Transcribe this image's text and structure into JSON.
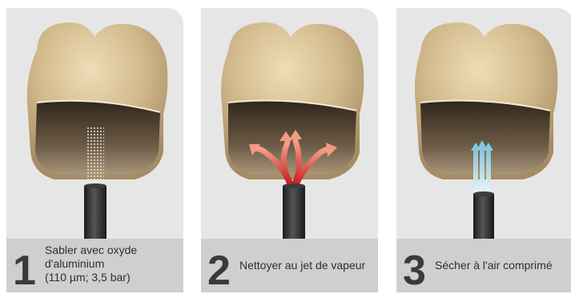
{
  "steps": [
    {
      "number": "1",
      "label": "Sabler avec oxyde\nd'aluminium\n(110 µm; 3,5 bar)"
    },
    {
      "number": "2",
      "label": "Nettoyer au jet de vapeur"
    },
    {
      "number": "3",
      "label": "Sécher à l'air comprimé"
    }
  ]
}
